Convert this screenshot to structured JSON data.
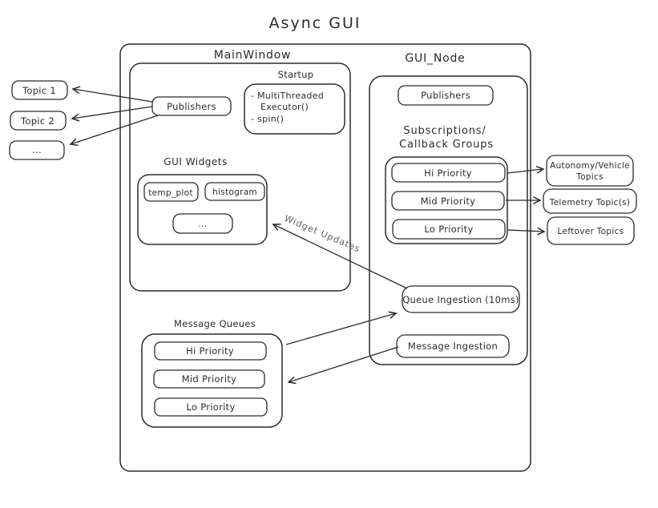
{
  "title": "Async GUI",
  "colors": {
    "stroke": "#2b2b2b",
    "background": "#ffffff",
    "edge_label": "#5f5f5f"
  },
  "left_topics": [
    "Topic 1",
    "Topic 2",
    "..."
  ],
  "main_window": {
    "label": "MainWindow",
    "publishers": "Publishers",
    "startup": {
      "label": "Startup",
      "items": [
        "- MultiThreaded",
        "Executor()",
        "- spin()"
      ]
    },
    "gui_widgets": {
      "label": "GUI Widgets",
      "items": [
        "temp_plot",
        "histogram",
        "..."
      ]
    }
  },
  "gui_node": {
    "label": "GUI_Node",
    "publishers": "Publishers",
    "subscriptions": {
      "heading_line1": "Subscriptions/",
      "heading_line2": "Callback Groups",
      "priorities": [
        "Hi Priority",
        "Mid Priority",
        "Lo Priority"
      ]
    },
    "queue_ingestion": "Queue Ingestion (10ms)",
    "message_ingestion": "Message Ingestion"
  },
  "right_topics": [
    {
      "lines": [
        "Autonomy/Vehicle",
        "Topics"
      ]
    },
    {
      "lines": [
        "Telemetry Topic(s)"
      ]
    },
    {
      "lines": [
        "Leftover Topics"
      ]
    }
  ],
  "message_queues": {
    "label": "Message Queues",
    "items": [
      "Hi Priority",
      "Mid Priority",
      "Lo Priority"
    ]
  },
  "edge_labels": {
    "widget_updates": "Widget Updates"
  }
}
